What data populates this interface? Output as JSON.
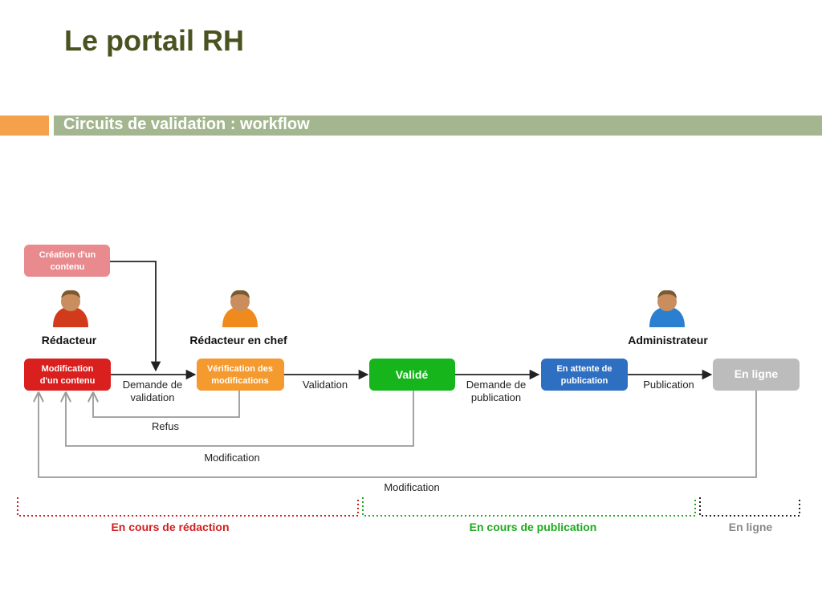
{
  "slide": {
    "title": "Le portail RH",
    "subtitle": "Circuits de validation : workflow"
  },
  "colors": {
    "title": "#4a5320",
    "accent_orange": "#f5a04a",
    "accent_green": "#a4b68f",
    "creation": "#e98a8e",
    "modification": "#d9201f",
    "verification": "#f49a2e",
    "valide": "#17b51c",
    "attente": "#2f6fc1",
    "en_ligne": "#bcbcbc",
    "phase_redaction": "#d11f1f",
    "phase_publication": "#1eaa1e",
    "phase_en_ligne": "#888888"
  },
  "roles": {
    "redacteur": "Rédacteur",
    "redacteur_chef": "Rédacteur en chef",
    "administrateur": "Administrateur"
  },
  "nodes": {
    "creation": [
      "Création d'un",
      "contenu"
    ],
    "modification": [
      "Modification",
      "d'un contenu"
    ],
    "verification": [
      "Vérification des",
      "modifications"
    ],
    "valide": "Validé",
    "attente": [
      "En attente de",
      "publication"
    ],
    "en_ligne": "En ligne"
  },
  "edges": {
    "demande_validation": [
      "Demande de",
      "validation"
    ],
    "validation": "Validation",
    "demande_publication": [
      "Demande de",
      "publication"
    ],
    "publication": "Publication",
    "refus": "Refus",
    "modification_1": "Modification",
    "modification_2": "Modification"
  },
  "phases": {
    "redaction": "En cours de rédaction",
    "publication": "En cours de publication",
    "en_ligne": "En ligne"
  }
}
